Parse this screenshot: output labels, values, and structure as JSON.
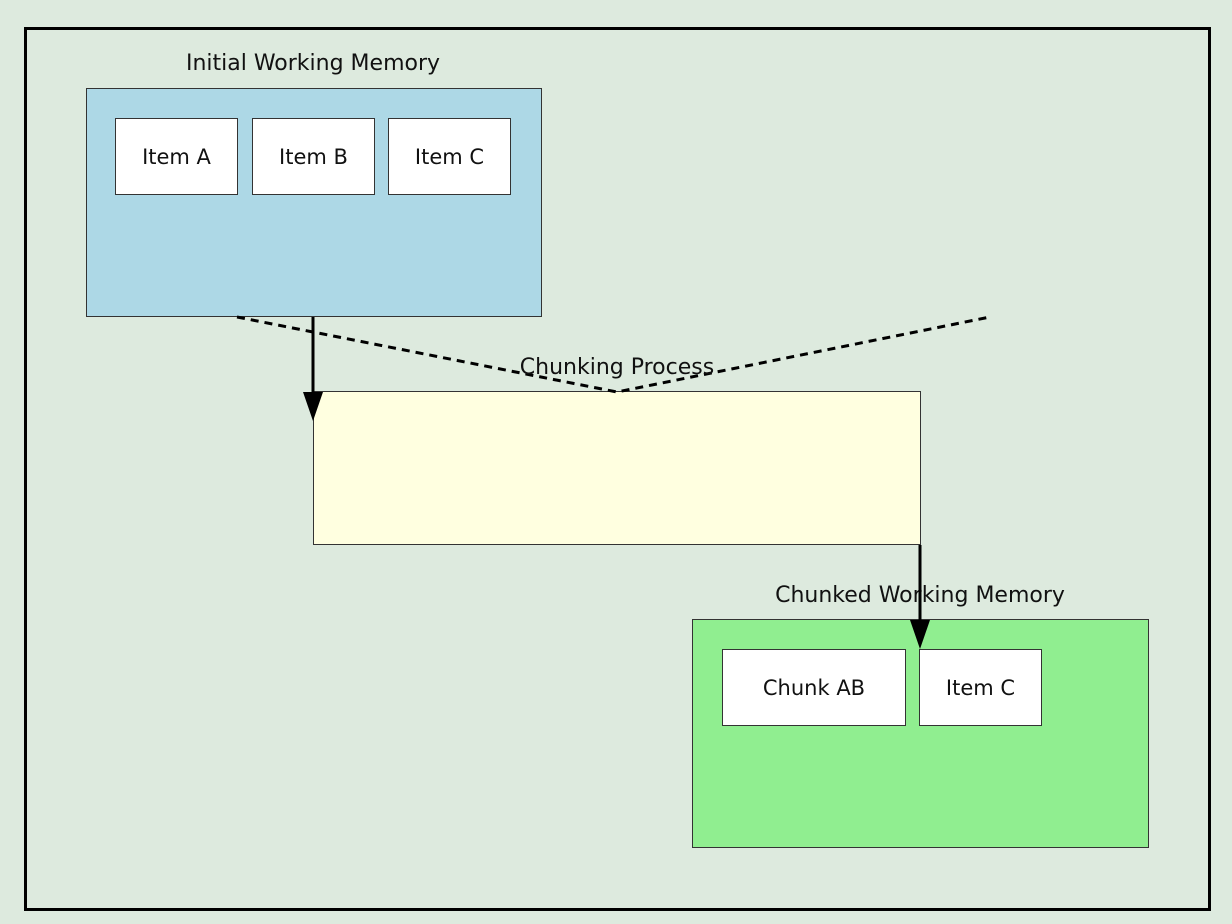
{
  "diagram": {
    "initial": {
      "title": "Initial Working Memory",
      "items": [
        "Item A",
        "Item B",
        "Item C"
      ],
      "color": "#add8e6"
    },
    "process": {
      "title": "Chunking Process",
      "color": "#ffffe0"
    },
    "chunked": {
      "title": "Chunked Working Memory",
      "items": [
        "Chunk AB",
        "Item C"
      ],
      "color": "#90ee90"
    },
    "background_color": "#ddeade"
  }
}
